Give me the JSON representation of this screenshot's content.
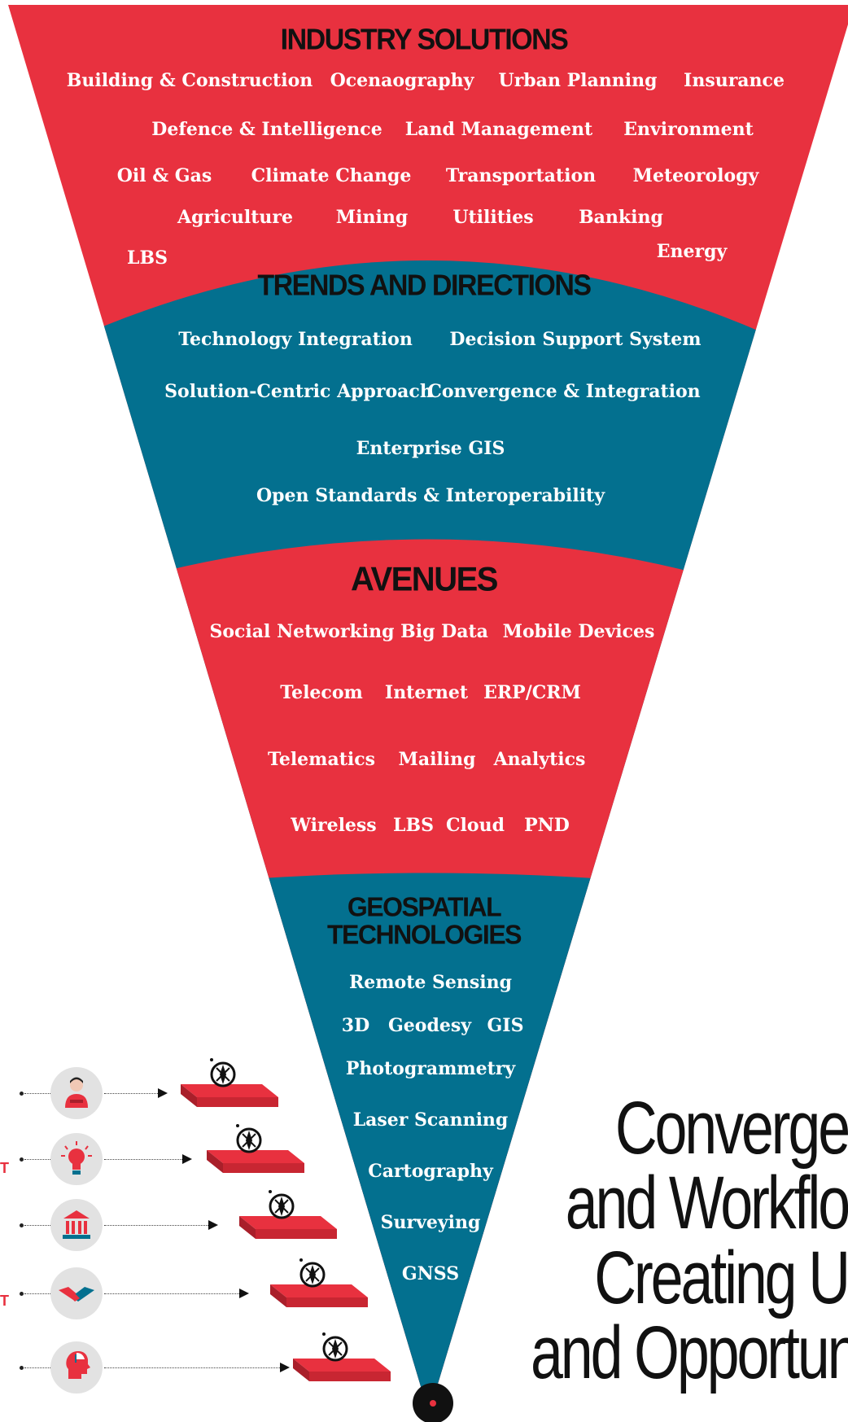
{
  "colors": {
    "red": "#e8313f",
    "teal": "#03708f",
    "dark": "#111111",
    "icon_bg": "#e2e2e2",
    "text": "#ffffff"
  },
  "layers": {
    "industry": {
      "title": "INDUSTRY SOLUTIONS",
      "items": [
        "Building & Construction",
        "Ocenaography",
        "Urban Planning",
        "Insurance",
        "Defence & Intelligence",
        "Land Management",
        "Environment",
        "Oil & Gas",
        "Climate Change",
        "Transportation",
        "Meteorology",
        "Agriculture",
        "Mining",
        "Utilities",
        "Banking",
        "Energy",
        "LBS"
      ]
    },
    "trends": {
      "title": "TRENDS AND DIRECTIONS",
      "items": [
        "Technology Integration",
        "Decision Support System",
        "Solution-Centric Approach",
        "Convergence & Integration",
        "Enterprise GIS",
        "Open Standards & Interoperability"
      ]
    },
    "avenues": {
      "title": "AVENUES",
      "items": [
        "Social Networking",
        "Big Data",
        "Mobile Devices",
        "Telecom",
        "Internet",
        "ERP/CRM",
        "Telematics",
        "Mailing",
        "Analytics",
        "Wireless",
        "LBS",
        "Cloud",
        "PND"
      ]
    },
    "geospatial": {
      "title_line1": "GEOSPATIAL",
      "title_line2": "TECHNOLOGIES",
      "items": [
        "Remote Sensing",
        "3D",
        "Geodesy",
        "GIS",
        "Photogrammetry",
        "Laser Scanning",
        "Cartography",
        "Surveying",
        "GNSS"
      ]
    }
  },
  "tagline": {
    "line1": "Converge",
    "line2": "and Workflo",
    "line3": "Creating U",
    "line4": "and Opportun"
  },
  "side_labels": [
    "T",
    "T"
  ],
  "flow_icons": [
    "person-icon",
    "lightbulb-icon",
    "government-building-icon",
    "handshake-icon",
    "head-profile-icon"
  ]
}
